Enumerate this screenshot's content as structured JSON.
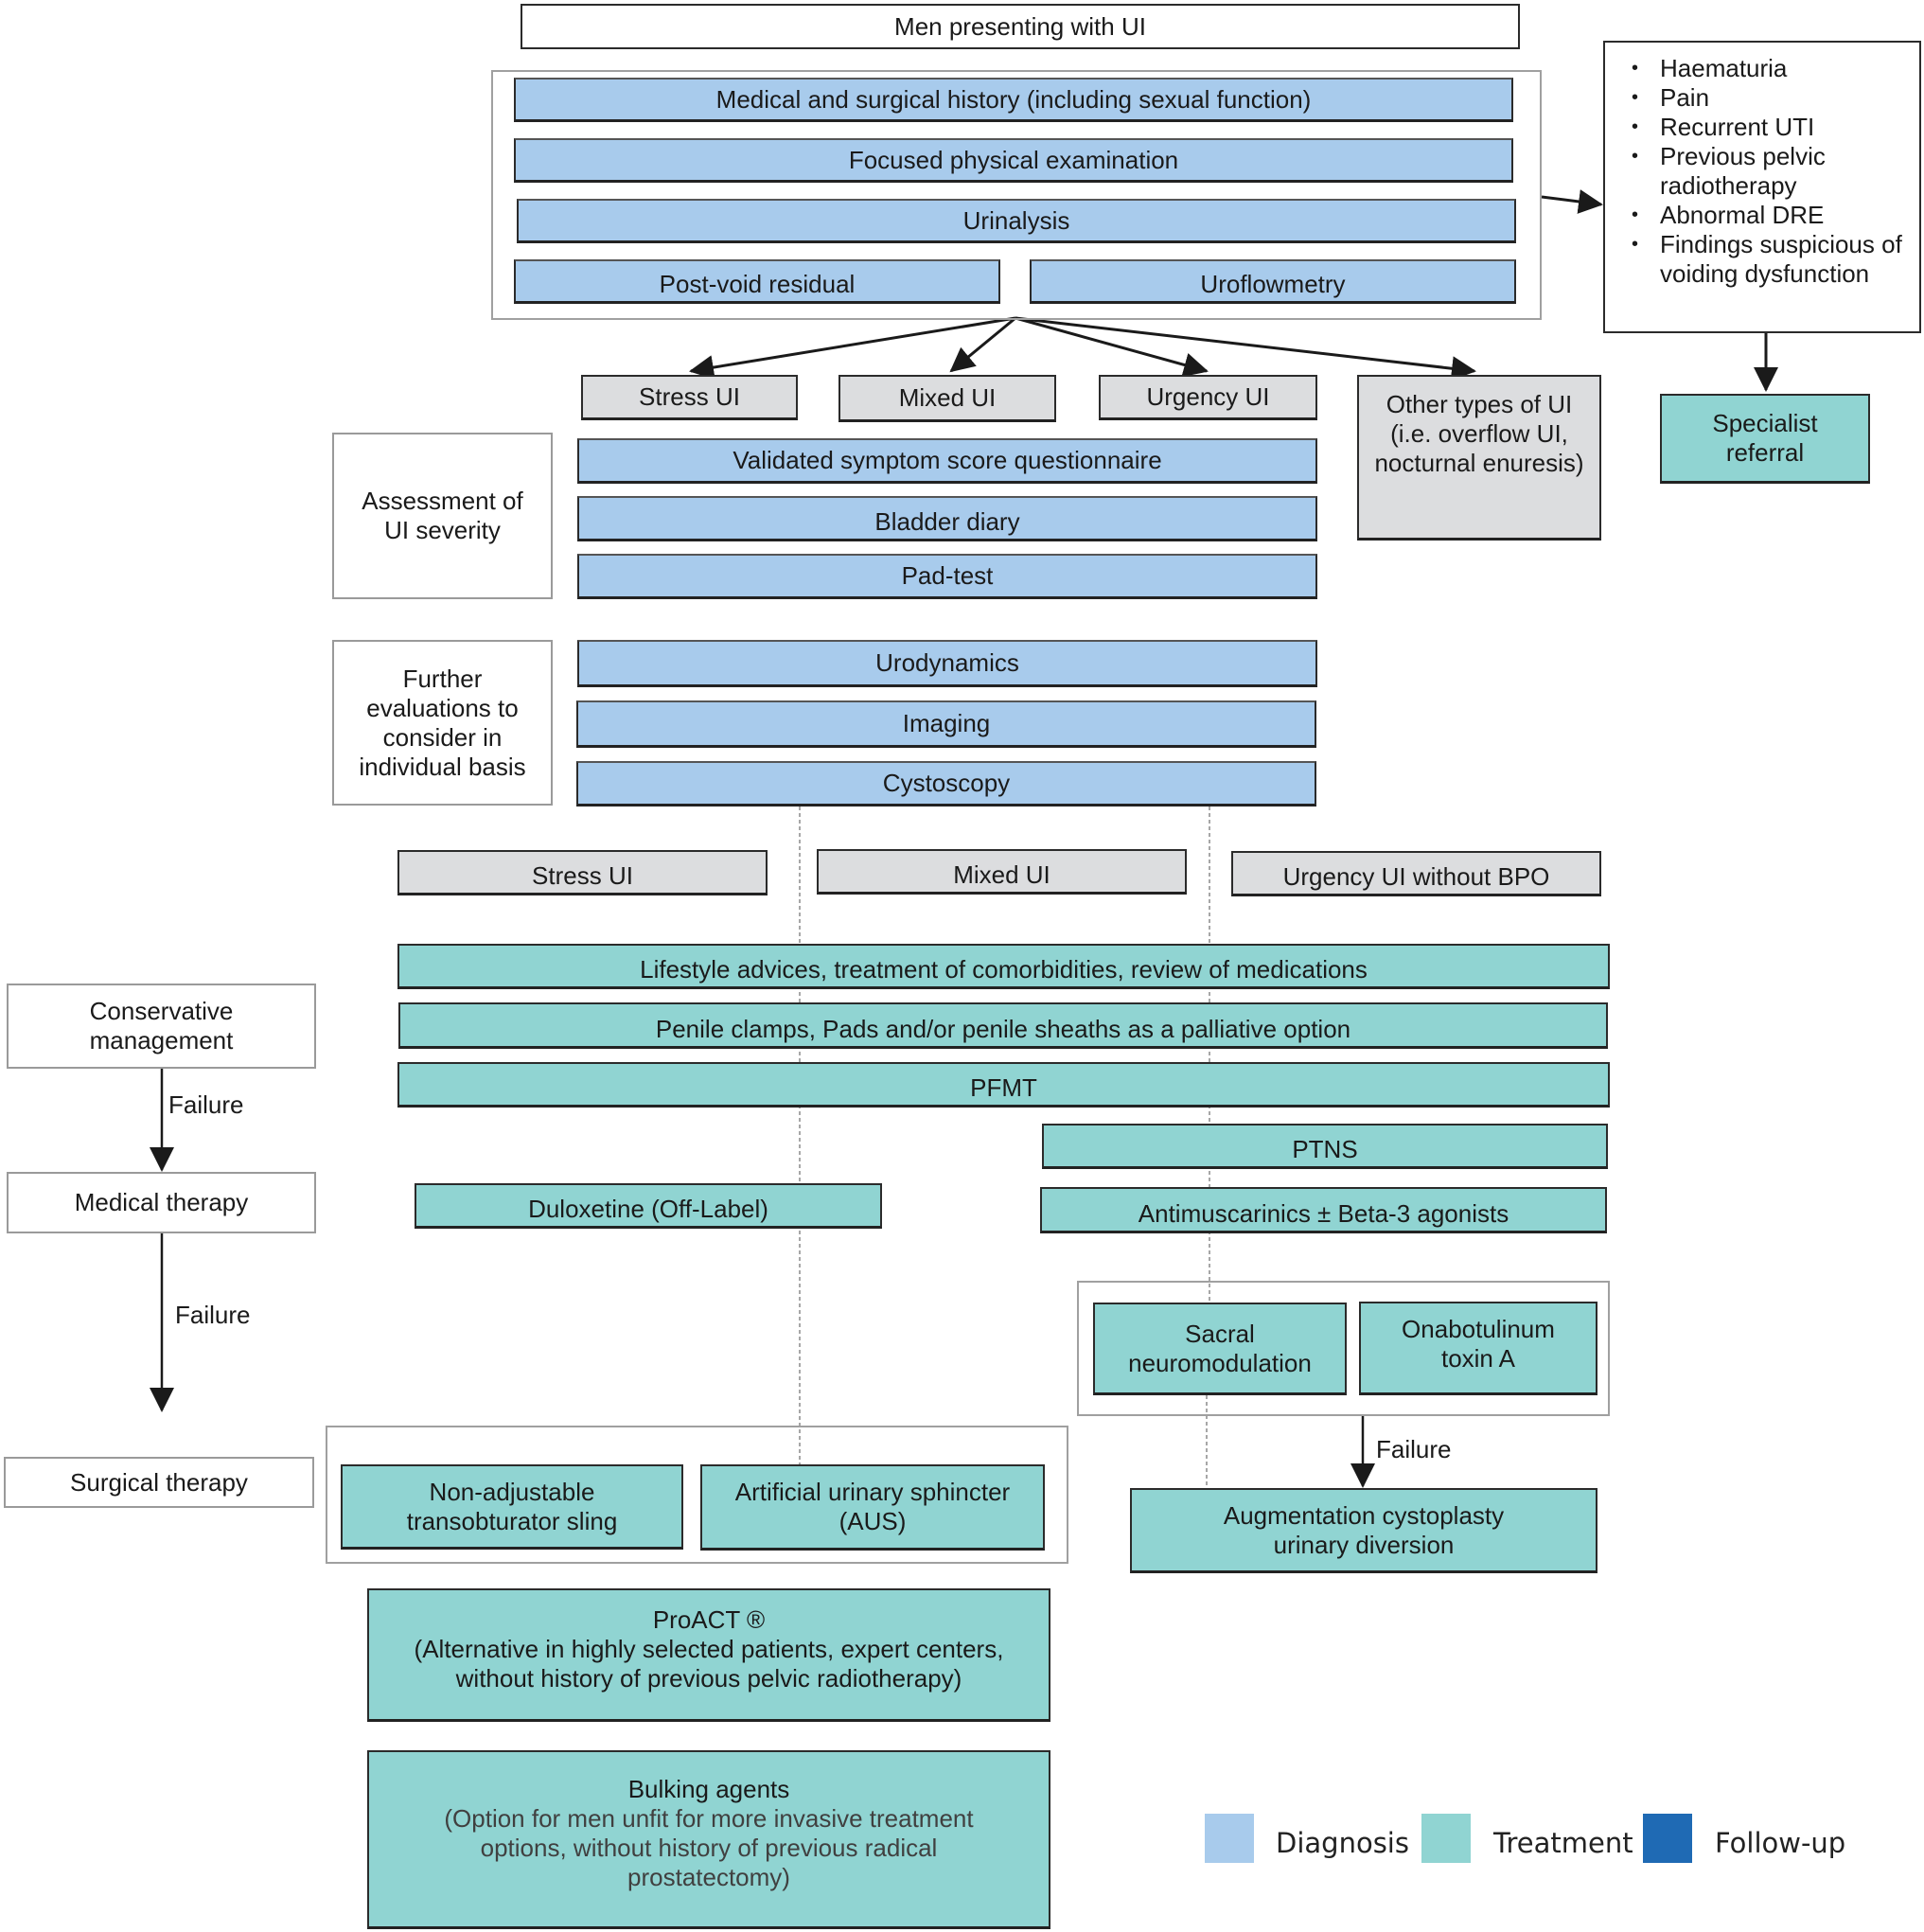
{
  "title": "Men presenting with UI",
  "initial_assessment": {
    "items": [
      "Medical and surgical history (including sexual function)",
      "Focused physical examination",
      "Urinalysis",
      "Post-void residual",
      "Uroflowmetry"
    ]
  },
  "red_flags": {
    "items": [
      "Haematuria",
      "Pain",
      "Recurrent UTI",
      "Previous pelvic radiotherapy",
      "Abnormal DRE",
      "Findings suspicious of voiding dysfunction"
    ],
    "outcome": "Specialist referral"
  },
  "ui_types": {
    "stress": "Stress UI",
    "mixed": "Mixed UI",
    "urgency": "Urgency UI",
    "other": "Other types of UI (i.e. overflow UI, nocturnal enuresis)"
  },
  "severity": {
    "label": "Assessment of UI severity",
    "items": [
      "Validated symptom score questionnaire",
      "Bladder diary",
      "Pad-test"
    ]
  },
  "further": {
    "label": "Further evaluations to consider in individual basis",
    "items": [
      "Urodynamics",
      "Imaging",
      "Cystoscopy"
    ]
  },
  "treatment_types": {
    "stress": "Stress UI",
    "mixed": "Mixed UI",
    "urgency": "Urgency UI without BPO"
  },
  "stages": {
    "conservative": "Conservative management",
    "medical": "Medical therapy",
    "surgical": "Surgical therapy",
    "failure": "Failure"
  },
  "conservative": [
    "Lifestyle advices, treatment of comorbidities, review of medications",
    "Penile clamps, Pads and/or penile sheaths as a palliative option",
    "PFMT",
    "PTNS"
  ],
  "medical": {
    "stress": "Duloxetine (Off-Label)",
    "urgency": "Antimuscarinics ± Beta-3 agonists"
  },
  "urgency_advanced": {
    "sacral": "Sacral neuromodulation",
    "onabot": "Onabotulinum toxin A",
    "augmentation": "Augmentation cystoplasty urinary diversion"
  },
  "surgical": {
    "sling": "Non-adjustable transobturator sling",
    "aus": "Artificial urinary sphincter (AUS)",
    "proact_title": "ProACT ®",
    "proact_note": "(Alternative in highly selected patients, expert centers, without history of previous pelvic radiotherapy)",
    "bulking_title": "Bulking agents",
    "bulking_note": "(Option for men unfit for more invasive treatment options, without history of previous radical prostatectomy)"
  },
  "legend": [
    {
      "label": "Diagnosis",
      "color": "#a8cbec"
    },
    {
      "label": "Treatment",
      "color": "#90d4d2"
    },
    {
      "label": "Follow-up",
      "color": "#1f6ab4"
    }
  ]
}
